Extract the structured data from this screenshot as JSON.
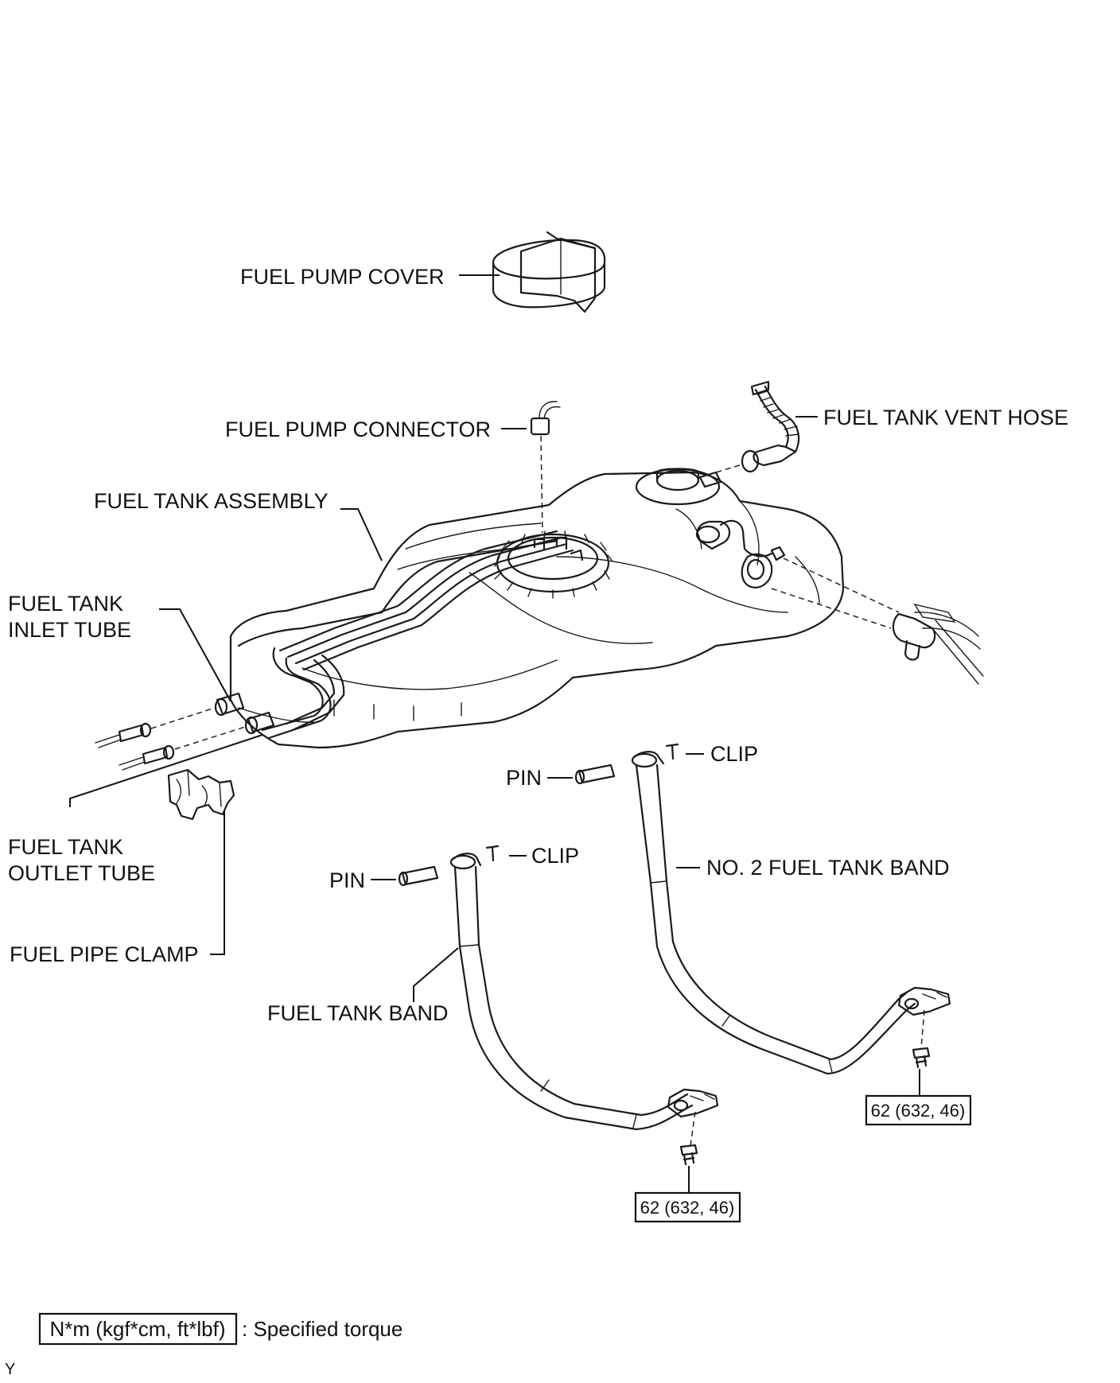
{
  "labels": {
    "fuel_pump_cover": "FUEL PUMP COVER",
    "fuel_pump_connector": "FUEL PUMP CONNECTOR",
    "fuel_tank_vent_hose": "FUEL TANK VENT HOSE",
    "fuel_tank_assembly": "FUEL TANK ASSEMBLY",
    "fuel_tank_inlet_tube_line1": "FUEL TANK",
    "fuel_tank_inlet_tube_line2": "INLET TUBE",
    "fuel_tank_outlet_tube_line1": "FUEL TANK",
    "fuel_tank_outlet_tube_line2": "OUTLET TUBE",
    "fuel_pipe_clamp": "FUEL PIPE CLAMP",
    "pin_upper": "PIN",
    "clip_upper": "CLIP",
    "pin_lower": "PIN",
    "clip_lower": "CLIP",
    "no2_fuel_tank_band": "NO. 2 FUEL TANK BAND",
    "fuel_tank_band": "FUEL TANK BAND"
  },
  "torque_specs": {
    "no2_band_bolt": "62 (632, 46)",
    "band_bolt": "62 (632, 46)"
  },
  "legend": {
    "unit_box": "N*m (kgf*cm, ft*lbf)",
    "description": ": Specified torque"
  },
  "corner_mark": "Y"
}
